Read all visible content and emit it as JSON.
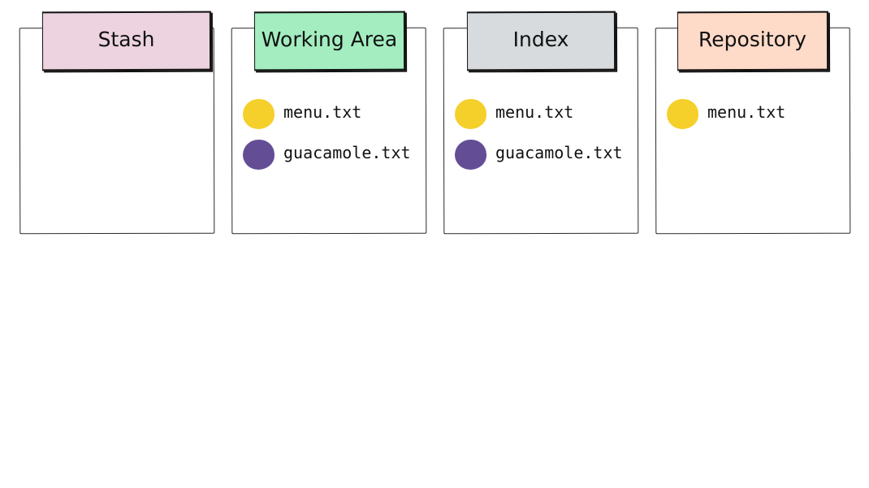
{
  "colors": {
    "stash_tab": "#ecd3df",
    "working_tab": "#a3edc0",
    "index_tab": "#d7dbde",
    "repository_tab": "#fedac8",
    "yellow_file": "#f5cf2a",
    "purple_file": "#634e96",
    "outline": "#111111"
  },
  "panels": [
    {
      "title": "Stash",
      "files": []
    },
    {
      "title": "Working Area",
      "files": [
        {
          "name": "menu.txt",
          "color": "yellow"
        },
        {
          "name": "guacamole.txt",
          "color": "purple"
        }
      ]
    },
    {
      "title": "Index",
      "files": [
        {
          "name": "menu.txt",
          "color": "yellow"
        },
        {
          "name": "guacamole.txt",
          "color": "purple"
        }
      ]
    },
    {
      "title": "Repository",
      "files": [
        {
          "name": "menu.txt",
          "color": "yellow"
        }
      ]
    }
  ]
}
